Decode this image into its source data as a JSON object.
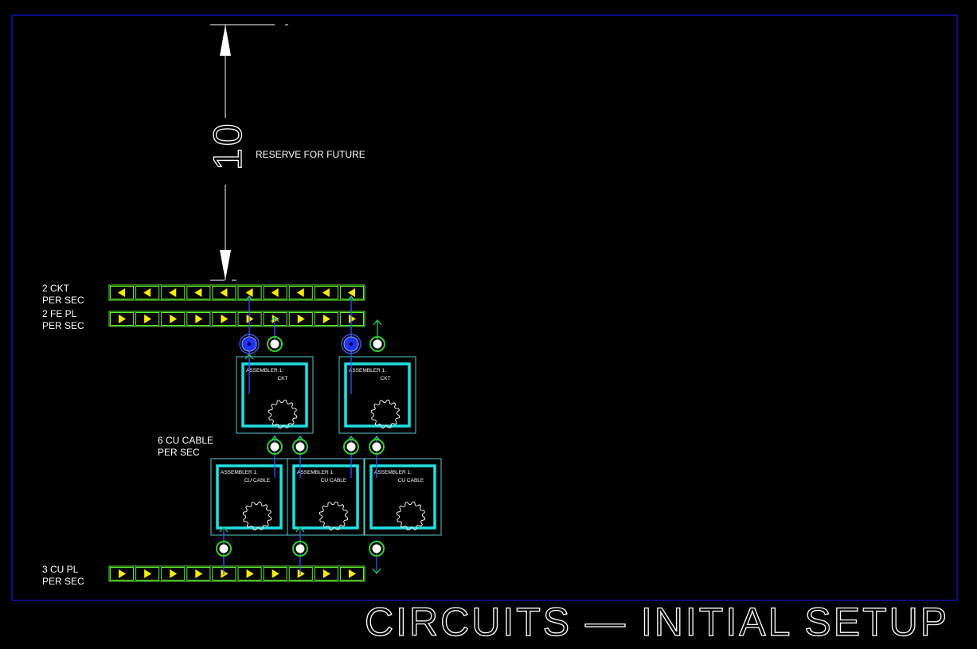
{
  "drawing": {
    "title": "CIRCUITS — INITIAL SETUP",
    "dimension_value": "10",
    "reserve_label": "RESERVE FOR FUTURE",
    "colors": {
      "background": "#000000",
      "border": "#1a1aff",
      "tray_outline": "#66ee33",
      "arrow_fill": "#ffee00",
      "box_outer": "#55cccc",
      "box_inner": "#22e0e0",
      "connector_green": "#33cc33",
      "connector_blue": "#2233ff",
      "wire_blue": "#3355ff",
      "wire_green": "#22cc55",
      "gear": "#ffffff",
      "text": "#ffffff"
    }
  },
  "tray_labels": {
    "ckt": [
      "2 CKT",
      "PER SEC"
    ],
    "fe_pl": [
      "2 FE PL",
      "PER SEC"
    ],
    "cu_cable": [
      "6 CU CABLE",
      "PER SEC"
    ],
    "cu_pl": [
      "3 CU PL",
      "PER SEC"
    ]
  },
  "trays": {
    "ckt": {
      "slots": 10,
      "direction": "left"
    },
    "fe_pl": {
      "slots": 10,
      "direction": "right"
    },
    "cu_pl": {
      "slots": 10,
      "direction": "right"
    }
  },
  "assemblers": [
    {
      "name": "ASSEMBLER 1:",
      "product": "CKT"
    },
    {
      "name": "ASSEMBLER 1:",
      "product": "CKT"
    },
    {
      "name": "ASSEMBLER 1:",
      "product": "CU CABLE"
    },
    {
      "name": "ASSEMBLER 1:",
      "product": "CU CABLE"
    },
    {
      "name": "ASSEMBLER 1:",
      "product": "CU CABLE"
    }
  ]
}
